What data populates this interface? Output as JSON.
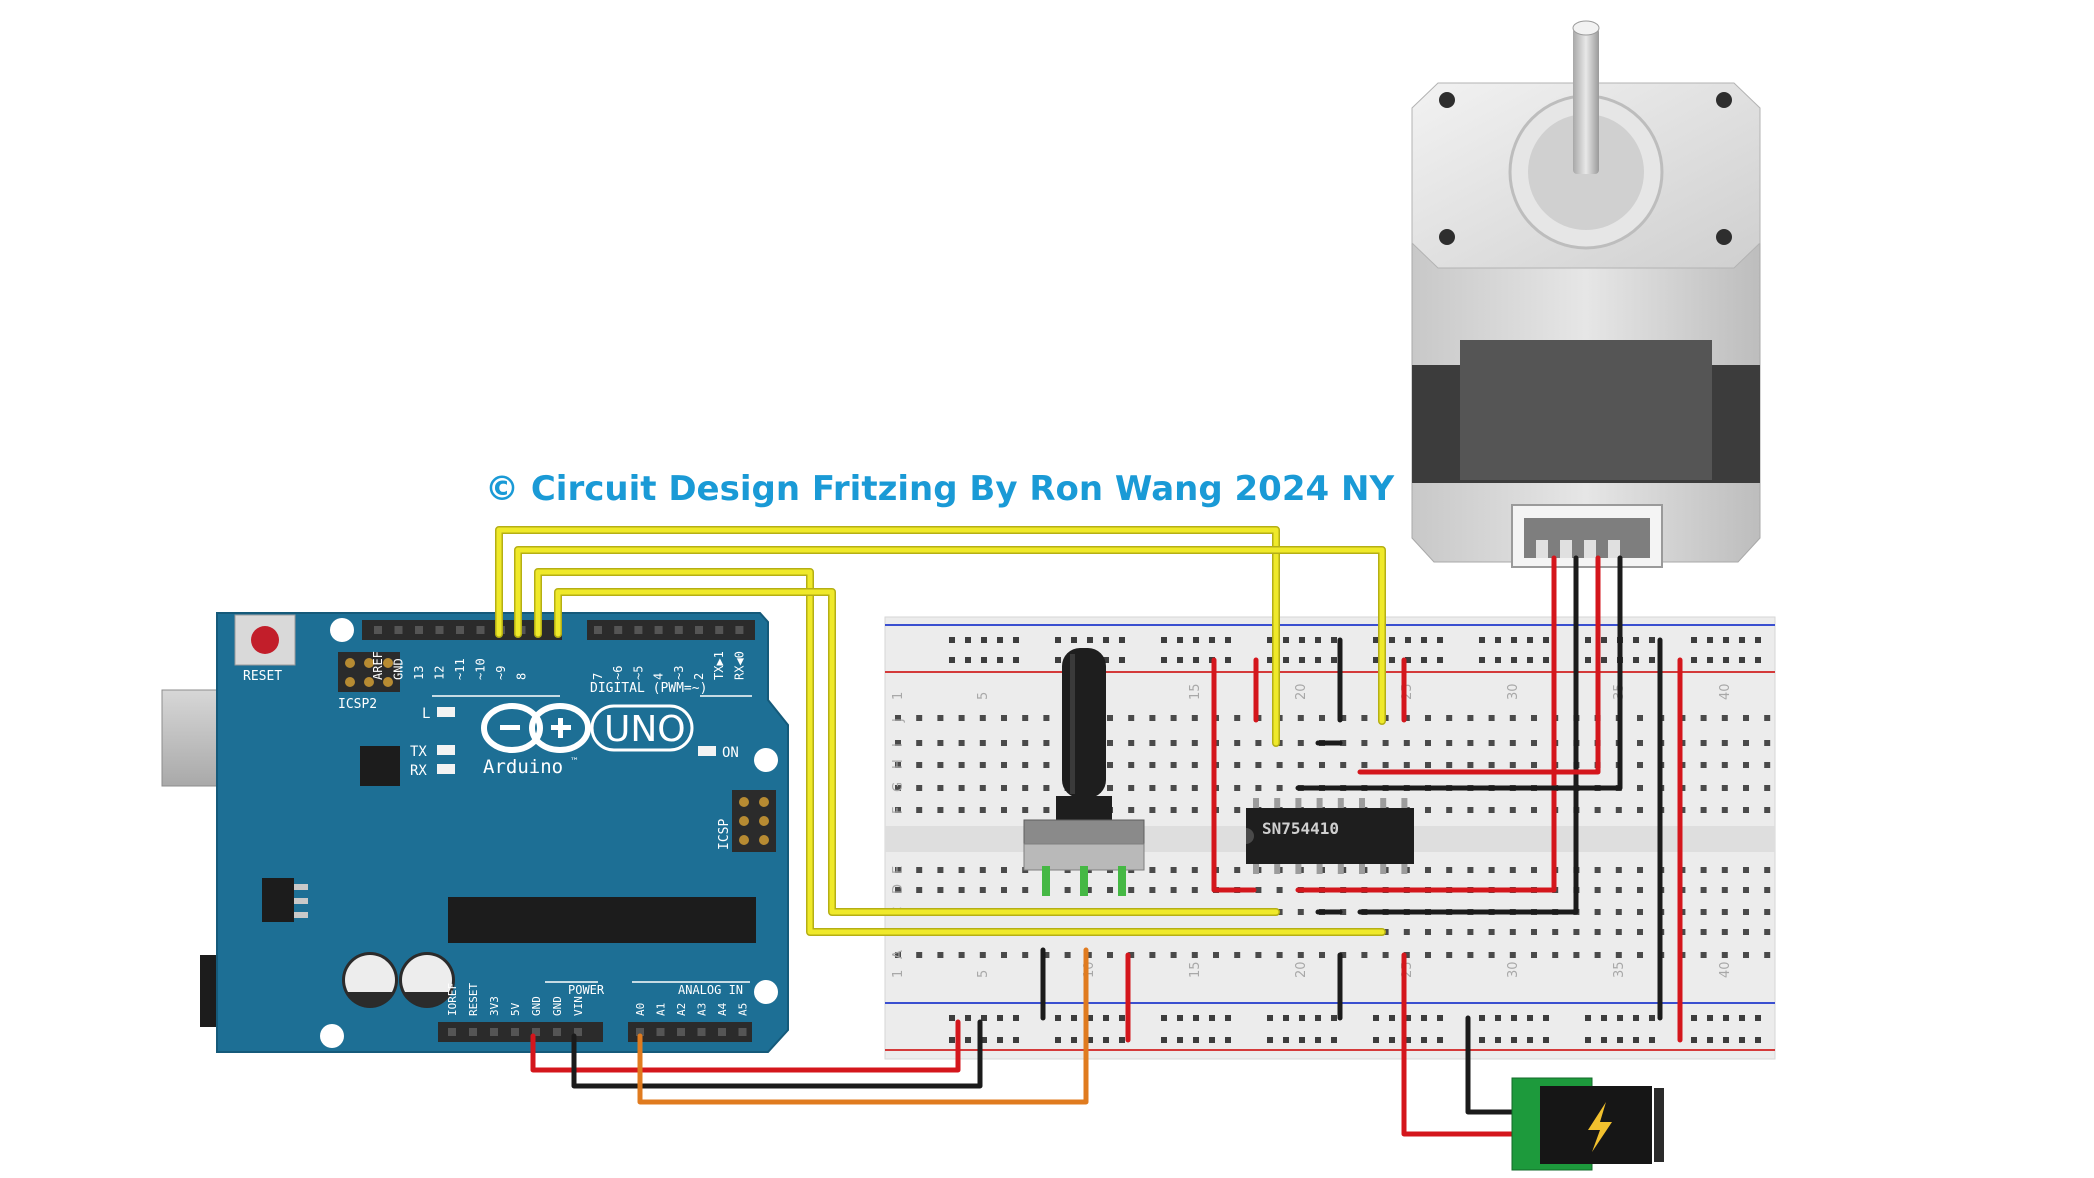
{
  "credit": "© Circuit Design Fritzing  By Ron Wang 2024 NY",
  "arduino": {
    "reset_label": "RESET",
    "icsp2_label": "ICSP2",
    "icsp_label": "ICSP",
    "led_l": "L",
    "led_tx": "TX",
    "led_rx": "RX",
    "on_label": "ON",
    "brand": "Arduino",
    "trademark": "™",
    "model": "UNO",
    "digital_label": "DIGITAL (PWM=~)",
    "power_label": "POWER",
    "analog_label": "ANALOG IN",
    "digital_pins": [
      "AREF",
      "GND",
      "13",
      "12",
      "~11",
      "~10",
      "~9",
      "8",
      "7",
      "~6",
      "~5",
      "4",
      "~3",
      "2",
      "TX▶1",
      "RX◀0"
    ],
    "power_pins": [
      "IOREF",
      "RESET",
      "3V3",
      "5V",
      "GND",
      "GND",
      "VIN"
    ],
    "analog_pins": [
      "A0",
      "A1",
      "A2",
      "A3",
      "A4",
      "A5"
    ]
  },
  "chip": {
    "label": "SN754410"
  },
  "breadboard": {
    "column_numbers": [
      "1",
      "5",
      "10",
      "15",
      "20",
      "25",
      "30",
      "35",
      "40"
    ],
    "row_letters_top": [
      "J",
      "I",
      "H",
      "G",
      "F"
    ],
    "row_letters_bottom": [
      "E",
      "D",
      "C",
      "B",
      "A"
    ]
  },
  "colors": {
    "board_blue": "#1d6f95",
    "wire_red": "#d4161c",
    "wire_black": "#1b1b1b",
    "wire_yellow": "#efe92a",
    "wire_orange": "#e07b1f",
    "credit_blue": "#1a9ad6",
    "power_jack_board": "#1d9a3c"
  },
  "icons": {
    "power_jack": "lightning-bolt-icon",
    "arduino_logo": "infinity-logo-icon"
  }
}
